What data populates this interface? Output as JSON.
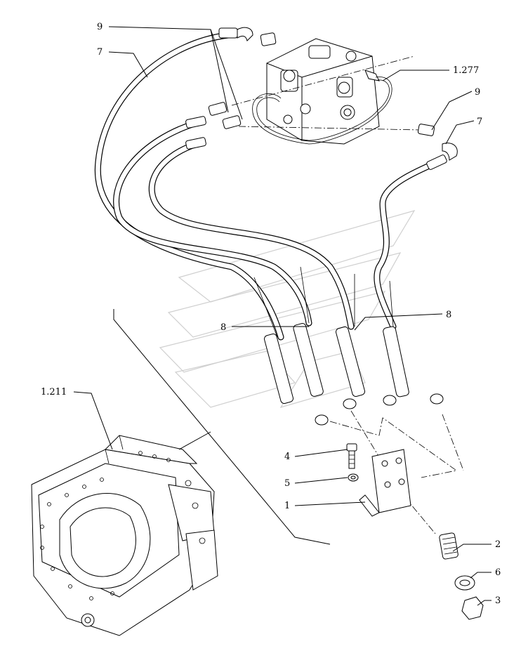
{
  "callouts": [
    {
      "id": "c9a",
      "text": "9"
    },
    {
      "id": "c7a",
      "text": "7"
    },
    {
      "id": "c1277",
      "text": "1.277"
    },
    {
      "id": "c9b",
      "text": "9"
    },
    {
      "id": "c7b",
      "text": "7"
    },
    {
      "id": "c8a",
      "text": "8"
    },
    {
      "id": "c8b",
      "text": "8"
    },
    {
      "id": "c1211",
      "text": "1.211"
    },
    {
      "id": "c4",
      "text": "4"
    },
    {
      "id": "c5",
      "text": "5"
    },
    {
      "id": "c1",
      "text": "1"
    },
    {
      "id": "c2",
      "text": "2"
    },
    {
      "id": "c6",
      "text": "6"
    },
    {
      "id": "c3",
      "text": "3"
    }
  ],
  "icons": {
    "watermark": "brand-watermark-icon"
  }
}
